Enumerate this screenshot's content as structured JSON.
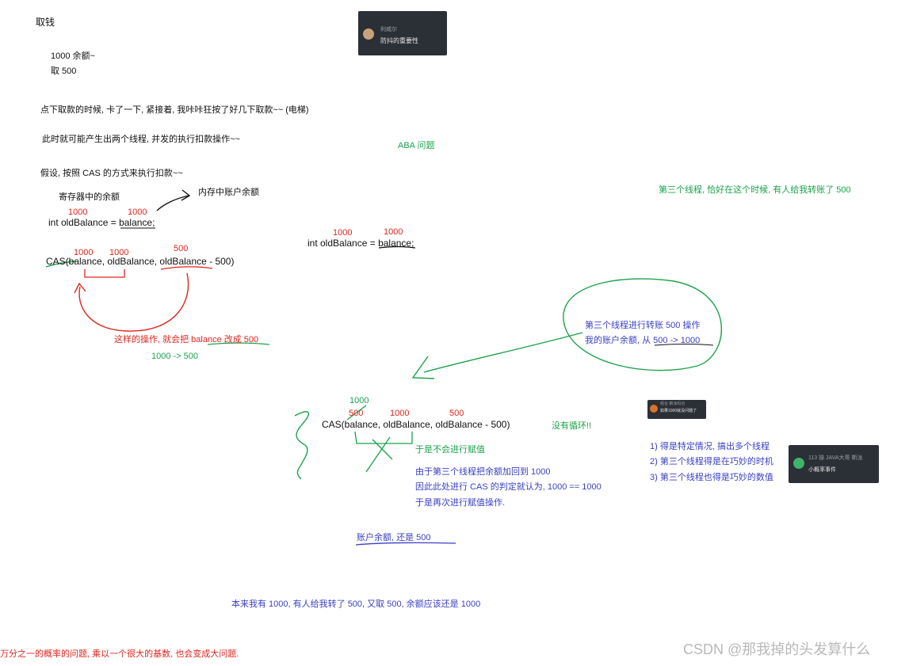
{
  "notes": {
    "title": "取钱",
    "balance_line": "1000 余额~",
    "withdraw_line": "取 500",
    "scenario_line": "点下取款的时候, 卡了一下, 紧接着, 我咔咔狂按了好几下取款~~  (电梯)",
    "threads_line": "此时就可能产生出两个线程, 并发的执行扣款操作~~",
    "assume_line": "假设, 按照 CAS 的方式来执行扣款~~",
    "register_label": "寄存器中的余额",
    "memory_label": "内存中账户余额",
    "left_code": {
      "red1": "1000",
      "red2": "1000",
      "assign_prefix": "int oldBalance = ",
      "assign_var": "balance",
      "assign_suffix": ";",
      "cas_red1": "1000",
      "cas_red2": "1000",
      "cas_red3": "500",
      "cas_call": "CAS(balance, oldBalance, oldBalance - 500)",
      "result_red": "这样的操作, 就会把 balance 改成 500",
      "result_green": "1000 -> 500"
    },
    "mid_code": {
      "red1": "1000",
      "red2": "1000",
      "assign": "int oldBalance = balance;"
    },
    "aba_label": "ABA 问题",
    "third_thread_note": "第三个线程, 恰好在这个时候, 有人给我转账了 500",
    "circle_note": {
      "line1": "第三个线程进行转账 500 操作",
      "line2": "我的账户余额, 从 500 -> 1000"
    },
    "lower_code": {
      "green_1000": "1000",
      "struck_500": "500",
      "red_1000": "1000",
      "red_500": "500",
      "cas_call": "CAS(balance, oldBalance, oldBalance - 500)"
    },
    "no_loop": "没有循环!!",
    "no_assign": "于是不会进行赋值",
    "explain": {
      "line1": "由于第三个线程把余额加回到 1000",
      "line2": "因此此处进行 CAS 的判定就认为, 1000 == 1000",
      "line3": "于是再次进行赋值操作."
    },
    "final_balance": "账户余额, 还是 500",
    "expected": "本来我有 1000, 有人给我转了 500, 又取 500, 余额应该还是 1000",
    "conditions": {
      "c1": "1) 得是特定情况, 搞出多个线程",
      "c2": "2) 第三个线程得是在巧妙的时机",
      "c3": "3) 第三个线程也得是巧妙的数值"
    },
    "bottom_red": "万分之一的概率的问题, 乘以一个很大的基数, 也会变成大问题."
  },
  "cards": {
    "top": {
      "name": "利威尔",
      "subtitle": "防抖的重要性"
    },
    "small": {
      "line1": "组合 斯派玛合",
      "line2": "如果1000就没问题了"
    },
    "right": {
      "line1": "113 操 JAVA大哥 斯派",
      "line2": "小概率事件"
    }
  },
  "watermark": "CSDN @那我掉的头发算什么",
  "colors": {
    "red": "#e0261f",
    "green": "#1aa34a",
    "blue": "#3a3fc4",
    "black": "#111111",
    "card": "#2b2f36"
  }
}
